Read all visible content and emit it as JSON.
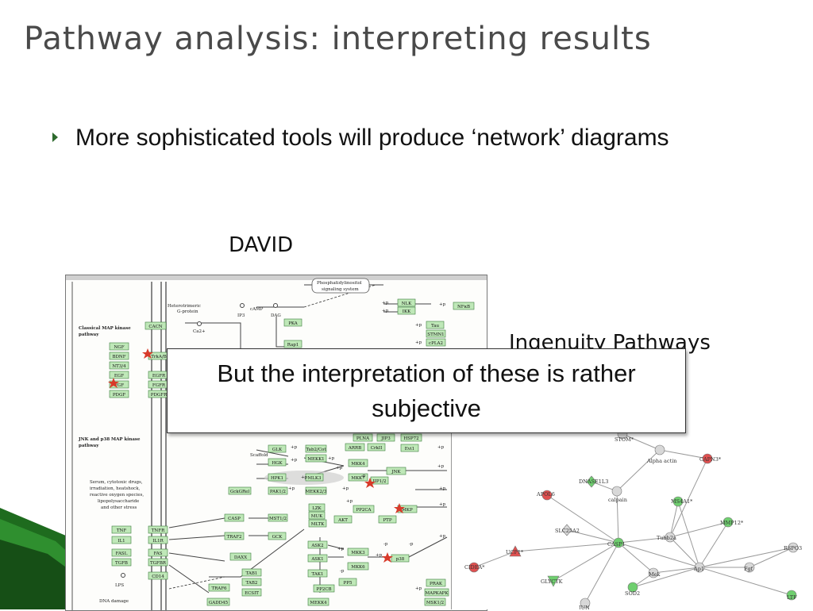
{
  "slide": {
    "title": "Pathway analysis: interpreting results",
    "bullet": "More sophisticated tools will produce ‘network’ diagrams",
    "label_david": "DAVID",
    "label_ipa": "Ingenuity Pathways",
    "callout": "But the interpretation of these is rather subjective"
  },
  "kegg": {
    "side_labels": [
      {
        "text": "Classical MAP kinase"
      },
      {
        "text": "pathway"
      },
      {
        "text": "JNK and p38 MAP kinase"
      },
      {
        "text": "pathway"
      },
      {
        "text": "Serum, cytotoxic drugs,"
      },
      {
        "text": "irradiation, heatshock,"
      },
      {
        "text": "reactive oxygen species,"
      },
      {
        "text": "lipopolysaccharide"
      },
      {
        "text": "and other stress"
      },
      {
        "text": "LPS"
      },
      {
        "text": "DNA damage"
      },
      {
        "text": "Heterotrimeric"
      },
      {
        "text": "G-protein"
      },
      {
        "text": "cAMP"
      },
      {
        "text": "IP3"
      },
      {
        "text": "DAG"
      },
      {
        "text": "Ca2+"
      },
      {
        "text": "Scaffold"
      },
      {
        "text": "Phosphatidylinositol"
      },
      {
        "text": "signaling system"
      }
    ],
    "boxes": [
      {
        "text": "CACN"
      },
      {
        "text": "NGF"
      },
      {
        "text": "BDNF"
      },
      {
        "text": "NT3/4"
      },
      {
        "text": "EGF"
      },
      {
        "text": "FGF"
      },
      {
        "text": "PDGF"
      },
      {
        "text": "TrkA/B"
      },
      {
        "text": "EGFR"
      },
      {
        "text": "FGFR"
      },
      {
        "text": "PDGFR"
      },
      {
        "text": "PKA"
      },
      {
        "text": "Rap1"
      },
      {
        "text": "NLK"
      },
      {
        "text": "IKK"
      },
      {
        "text": "NFκB"
      },
      {
        "text": "Tau"
      },
      {
        "text": "STMN1"
      },
      {
        "text": "cPLA2"
      },
      {
        "text": "PLNA"
      },
      {
        "text": "JIP3"
      },
      {
        "text": "HSP72"
      },
      {
        "text": "ARRB"
      },
      {
        "text": "CrkII"
      },
      {
        "text": "Evi1"
      },
      {
        "text": "GLK"
      },
      {
        "text": "Tab2/Cot"
      },
      {
        "text": "HGK"
      },
      {
        "text": "MEKK1"
      },
      {
        "text": "MKK4"
      },
      {
        "text": "JNK"
      },
      {
        "text": "HPK1"
      },
      {
        "text": "MLK3"
      },
      {
        "text": "MKK7"
      },
      {
        "text": "JIP1/2"
      },
      {
        "text": "GckGRel"
      },
      {
        "text": "PAK1/2"
      },
      {
        "text": "MEKK2/3"
      },
      {
        "text": "LZK"
      },
      {
        "text": "MUK"
      },
      {
        "text": "MLTK"
      },
      {
        "text": "PP2CA"
      },
      {
        "text": "MKP"
      },
      {
        "text": "CASP"
      },
      {
        "text": "MST1/2"
      },
      {
        "text": "AKT"
      },
      {
        "text": "PTP"
      },
      {
        "text": "TRAF2"
      },
      {
        "text": "GCK"
      },
      {
        "text": "TNF"
      },
      {
        "text": "TNFR"
      },
      {
        "text": "IL1"
      },
      {
        "text": "IL1R"
      },
      {
        "text": "FASL"
      },
      {
        "text": "FAS"
      },
      {
        "text": "TGFB"
      },
      {
        "text": "TGFBR"
      },
      {
        "text": "CD14"
      },
      {
        "text": "DAXX"
      },
      {
        "text": "ASK2"
      },
      {
        "text": "ASK1"
      },
      {
        "text": "MKK3"
      },
      {
        "text": "MKK6"
      },
      {
        "text": "p38"
      },
      {
        "text": "TAB1"
      },
      {
        "text": "TAB2"
      },
      {
        "text": "TAK1"
      },
      {
        "text": "ECSIT"
      },
      {
        "text": "TRAF6"
      },
      {
        "text": "PP2CB"
      },
      {
        "text": "PP5"
      },
      {
        "text": "PRAK"
      },
      {
        "text": "MAPKAPK"
      },
      {
        "text": "MSK1/2"
      },
      {
        "text": "GADD45"
      },
      {
        "text": "MEKK4"
      }
    ],
    "small_labels": [
      {
        "text": "+p"
      },
      {
        "text": "-p"
      }
    ]
  },
  "ipa": {
    "nodes": [
      {
        "text": "STOM*"
      },
      {
        "text": "Alpha actin"
      },
      {
        "text": "CAPN3*"
      },
      {
        "text": "DNASE1L3"
      },
      {
        "text": "APOL6"
      },
      {
        "text": "calpain"
      },
      {
        "text": "MS4A1*"
      },
      {
        "text": "SLC25A2"
      },
      {
        "text": "MMP12*"
      },
      {
        "text": "CASP1"
      },
      {
        "text": "Tubb2a"
      },
      {
        "text": "UCP1*"
      },
      {
        "text": "CIDEA*"
      },
      {
        "text": "RSPO3"
      },
      {
        "text": "GLYCTK"
      },
      {
        "text": "Mek"
      },
      {
        "text": "Ap1"
      },
      {
        "text": "Fgf"
      },
      {
        "text": "SOD2"
      },
      {
        "text": "LTF"
      },
      {
        "text": "JUN"
      }
    ],
    "colors": {
      "up": "#e05050",
      "down": "#6fcf6f",
      "neutral": "#d8d8d8"
    }
  },
  "colors": {
    "title": "#4a4a4a",
    "bullet": "#2d6a2d",
    "kegg_box": "#bfe8b8",
    "kegg_box_border": "#3c7d3c"
  }
}
